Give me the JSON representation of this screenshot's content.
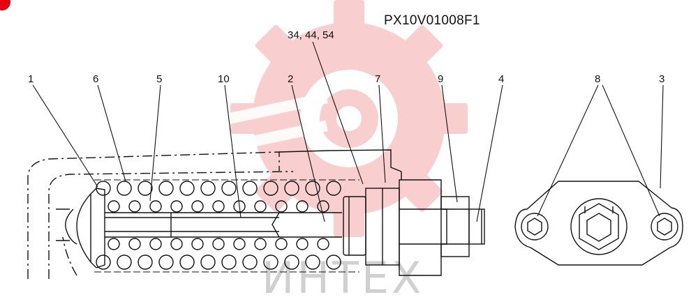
{
  "drawing_code": "PX10V01008F1",
  "watermark_text": "ИНТЕХ",
  "part_labels": [
    "1",
    "6",
    "5",
    "10",
    "2",
    "34, 44, 54",
    "7",
    "9",
    "4",
    "8",
    "3"
  ],
  "colors": {
    "line": "#111111",
    "watermark": "#f7c6c6",
    "watermark_text": "#d0d0d0",
    "badge": "#e60012"
  }
}
